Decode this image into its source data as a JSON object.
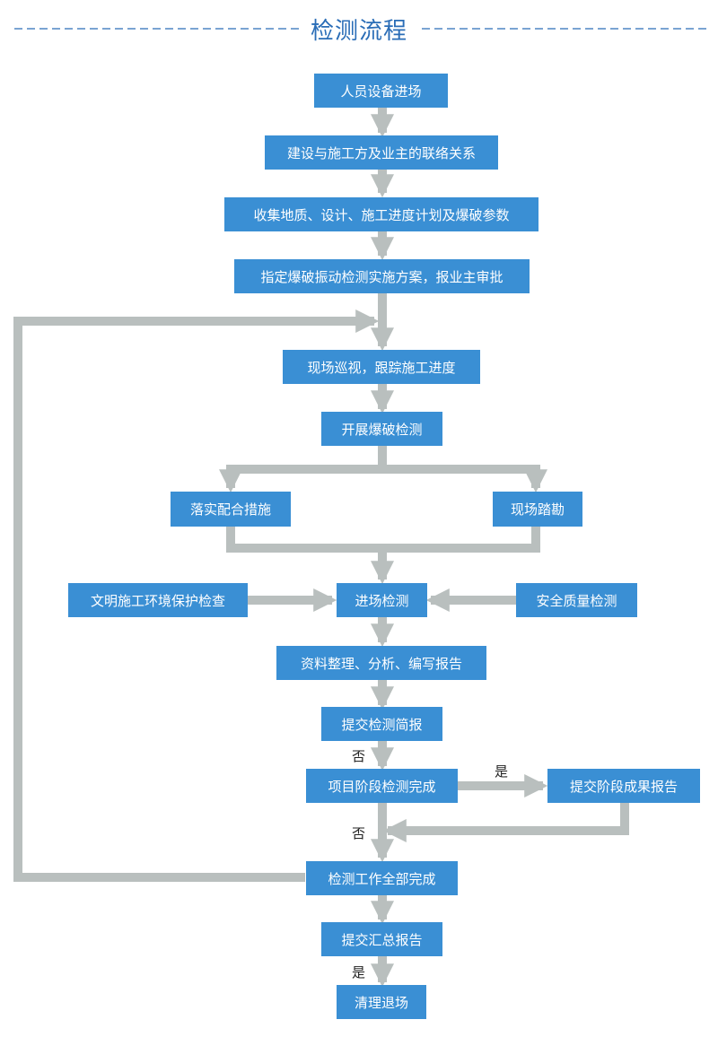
{
  "title": "检测流程",
  "colors": {
    "box": "#3a8fd4",
    "connector": "#b9bfbe",
    "title": "#2a6db7"
  },
  "nodes": {
    "n1": "人员设备进场",
    "n2": "建设与施工方及业主的联络关系",
    "n3": "收集地质、设计、施工进度计划及爆破参数",
    "n4": "指定爆破振动检测实施方案，报业主审批",
    "n5": "现场巡视，跟踪施工进度",
    "n6": "开展爆破检测",
    "n7": "落实配合措施",
    "n8": "现场踏勘",
    "n9": "文明施工环境保护检查",
    "n10": "进场检测",
    "n11": "安全质量检测",
    "n12": "资料整理、分析、编写报告",
    "n13": "提交检测简报",
    "n14": "项目阶段检测完成",
    "n15": "提交阶段成果报告",
    "n16": "检测工作全部完成",
    "n17": "提交汇总报告",
    "n18": "清理退场"
  },
  "labels": {
    "no1": "否",
    "yes1": "是",
    "no2": "否",
    "yes2": "是"
  }
}
